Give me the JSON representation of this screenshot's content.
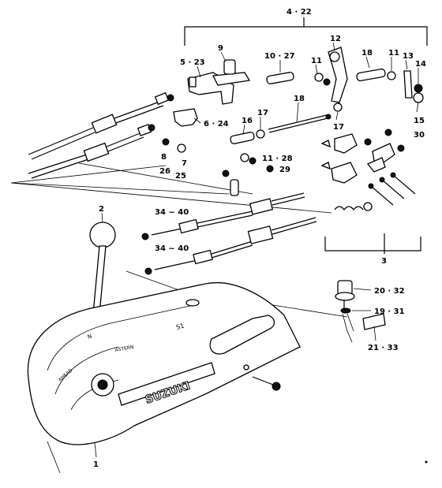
{
  "labels": {
    "l_4_22": "4 · 22",
    "l_5_23": "5 · 23",
    "l_9": "9",
    "l_10_27": "10 · 27",
    "l_11a": "11",
    "l_12": "12",
    "l_18a": "18",
    "l_11b": "11",
    "l_13": "13",
    "l_14": "14",
    "l_6_24": "6 · 24",
    "l_16": "16",
    "l_17a": "17",
    "l_18b": "18",
    "l_17b": "17",
    "l_15": "15",
    "l_30": "30",
    "l_8": "8",
    "l_7": "7",
    "l_26": "26",
    "l_25": "25",
    "l_11_28": "11 · 28",
    "l_29": "29",
    "l_2": "2",
    "l_34_40a": "34 ~ 40",
    "l_34_40b": "34 ~ 40",
    "l_3": "3",
    "l_20_32": "20 · 32",
    "l_19_31": "19 · 31",
    "l_21_33": "21 · 33",
    "l_1": "1"
  },
  "housing": {
    "brand": "SUZUKI",
    "neutral_mark": "N",
    "ahead_text": "AHEAD",
    "astern_text": "ASTERN",
    "part_mark": "S1"
  }
}
